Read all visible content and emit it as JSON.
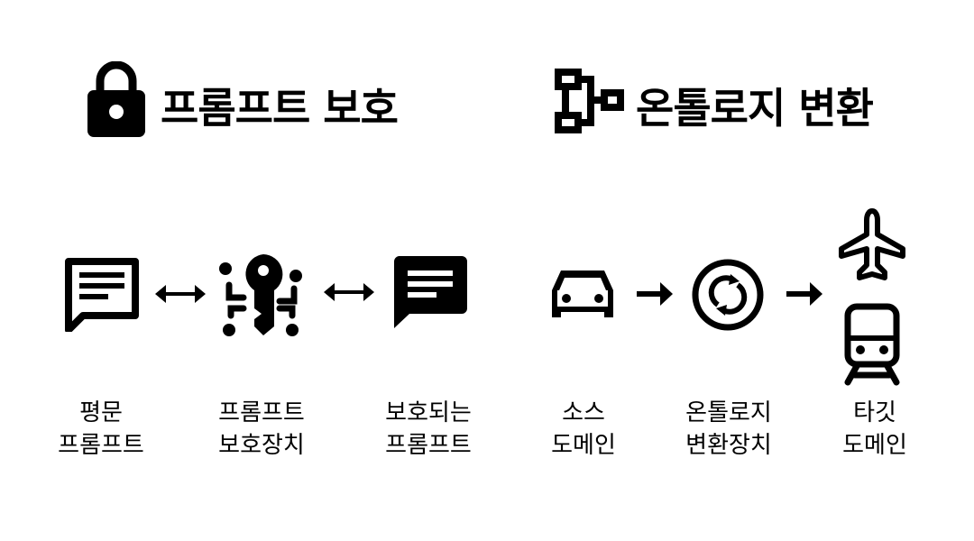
{
  "sections": {
    "left_title": "프롬프트 보호",
    "right_title": "온톨로지 변환"
  },
  "labels": {
    "plain_prompt": [
      "평문",
      "프롬프트"
    ],
    "protection_device": [
      "프롬프트",
      "보호장치"
    ],
    "protected_prompt": [
      "보호되는",
      "프롬프트"
    ],
    "source_domain": [
      "소스",
      "도메인"
    ],
    "conversion_device": [
      "온톨로지",
      "변환장치"
    ],
    "target_domain": [
      "타깃",
      "도메인"
    ]
  }
}
